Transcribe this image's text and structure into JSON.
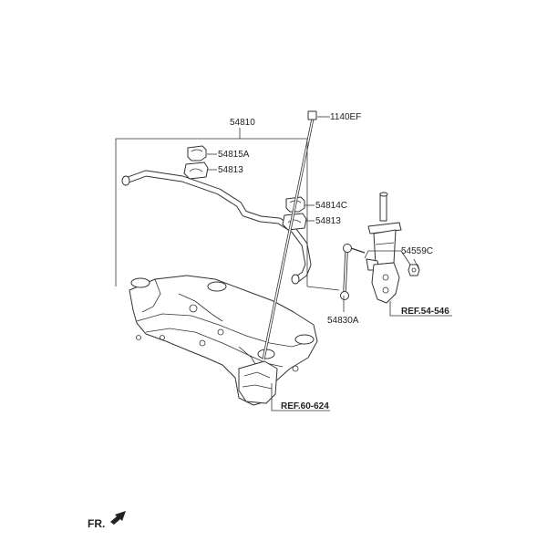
{
  "parts": {
    "stabilizer_bar_assy": "54810",
    "bolt": "1140EF",
    "bushing_a": "54815A",
    "bracket_a": "54813",
    "bushing_c": "54814C",
    "bracket_b": "54813",
    "nut": "54559C",
    "link_assy": "54830A"
  },
  "references": {
    "strut": "REF.54-546",
    "crossmember": "REF.60-624"
  },
  "direction": {
    "label": "FR."
  }
}
